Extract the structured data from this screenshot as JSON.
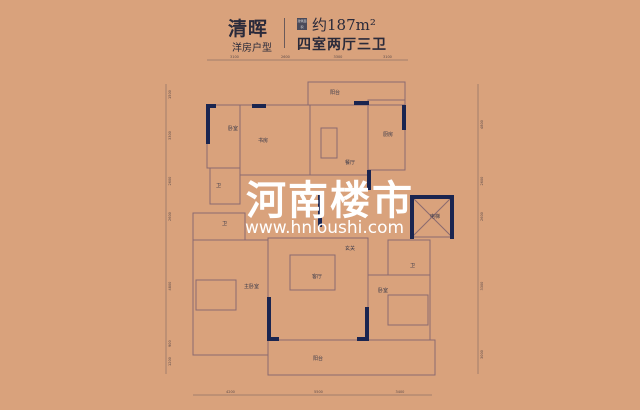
{
  "header": {
    "name": "清晖",
    "type": "洋房户型",
    "badge": "建筑面积",
    "area": "约187m²",
    "layout": "四室两厅三卫"
  },
  "rooms": [
    {
      "id": "bedroom-nw",
      "label": "卧室"
    },
    {
      "id": "study",
      "label": "书房"
    },
    {
      "id": "dining",
      "label": "餐厅"
    },
    {
      "id": "balcony-n",
      "label": "阳台"
    },
    {
      "id": "kitchen",
      "label": "厨房"
    },
    {
      "id": "bath-1",
      "label": "卫"
    },
    {
      "id": "bath-2",
      "label": "卫"
    },
    {
      "id": "entry",
      "label": "玄关"
    },
    {
      "id": "elevator",
      "label": "电梯"
    },
    {
      "id": "master-bedroom",
      "label": "主卧室"
    },
    {
      "id": "living",
      "label": "客厅"
    },
    {
      "id": "bath-3",
      "label": "卫"
    },
    {
      "id": "bedroom-se",
      "label": "卧室"
    },
    {
      "id": "balcony-s",
      "label": "阳台"
    }
  ],
  "dimensions": {
    "top": [
      "3100",
      "2600",
      "3300",
      "3100"
    ],
    "bottom": [
      "4200",
      "5500",
      "3400"
    ],
    "left": [
      "1500",
      "3300",
      "2600",
      "2600",
      "4800",
      "900",
      "1200"
    ],
    "right": [
      "4800",
      "2600",
      "2600",
      "3300",
      "3000"
    ]
  },
  "watermark": {
    "cn": "河南楼市",
    "url": "www.hnloushi.com"
  },
  "colors": {
    "background": "#d9a27c",
    "line": "#8a6a70",
    "wall": "#1a2550"
  }
}
